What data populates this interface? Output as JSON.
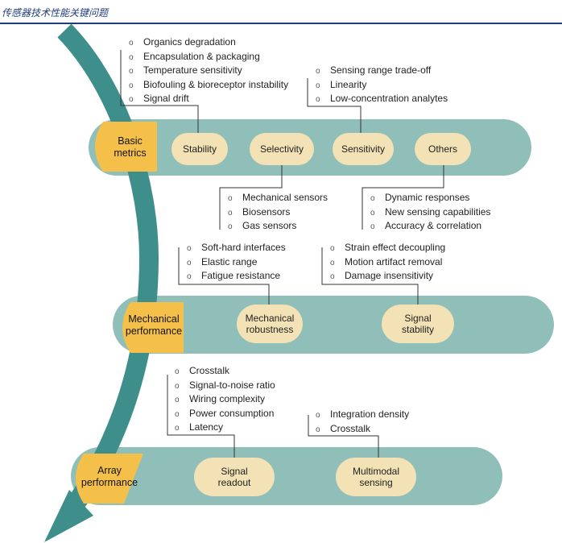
{
  "header": {
    "title": "传感器技术性能关键问题"
  },
  "basic": {
    "label_line1": "Basic",
    "label_line2": "metrics",
    "items": [
      "Stability",
      "Selectivity",
      "Sensitivity",
      "Others"
    ],
    "stability_notes": [
      "Organics degradation",
      "Encapsulation & packaging",
      "Temperature sensitivity",
      "Biofouling & bioreceptor instability",
      "Signal drift"
    ],
    "sensitivity_notes": [
      "Sensing range trade-off",
      "Linearity",
      "Low-concentration analytes"
    ],
    "selectivity_notes": [
      "Mechanical sensors",
      "Biosensors",
      "Gas sensors"
    ],
    "others_notes": [
      "Dynamic responses",
      "New sensing capabilities",
      "Accuracy & correlation"
    ]
  },
  "mechanical": {
    "label_line1": "Mechanical",
    "label_line2": "performance",
    "robustness_line1": "Mechanical",
    "robustness_line2": "robustness",
    "stability_line1": "Signal",
    "stability_line2": "stability",
    "robustness_notes": [
      "Soft-hard interfaces",
      "Elastic range",
      "Fatigue resistance"
    ],
    "stability_notes": [
      "Strain effect decoupling",
      "Motion artifact removal",
      "Damage insensitivity"
    ]
  },
  "array": {
    "label_line1": "Array",
    "label_line2": "performance",
    "readout_line1": "Signal",
    "readout_line2": "readout",
    "multimodal_line1": "Multimodal",
    "multimodal_line2": "sensing",
    "readout_notes": [
      "Crosstalk",
      "Signal-to-noise ratio",
      "Wiring complexity",
      "Power consumption",
      "Latency"
    ],
    "multimodal_notes": [
      "Integration density",
      "Crosstalk"
    ]
  },
  "colors": {
    "band": "#8fbfb8",
    "arrow": "#3e8f8b",
    "badge": "#f4c04a",
    "pill": "#f3e2b5",
    "header": "#1f3d7a"
  }
}
